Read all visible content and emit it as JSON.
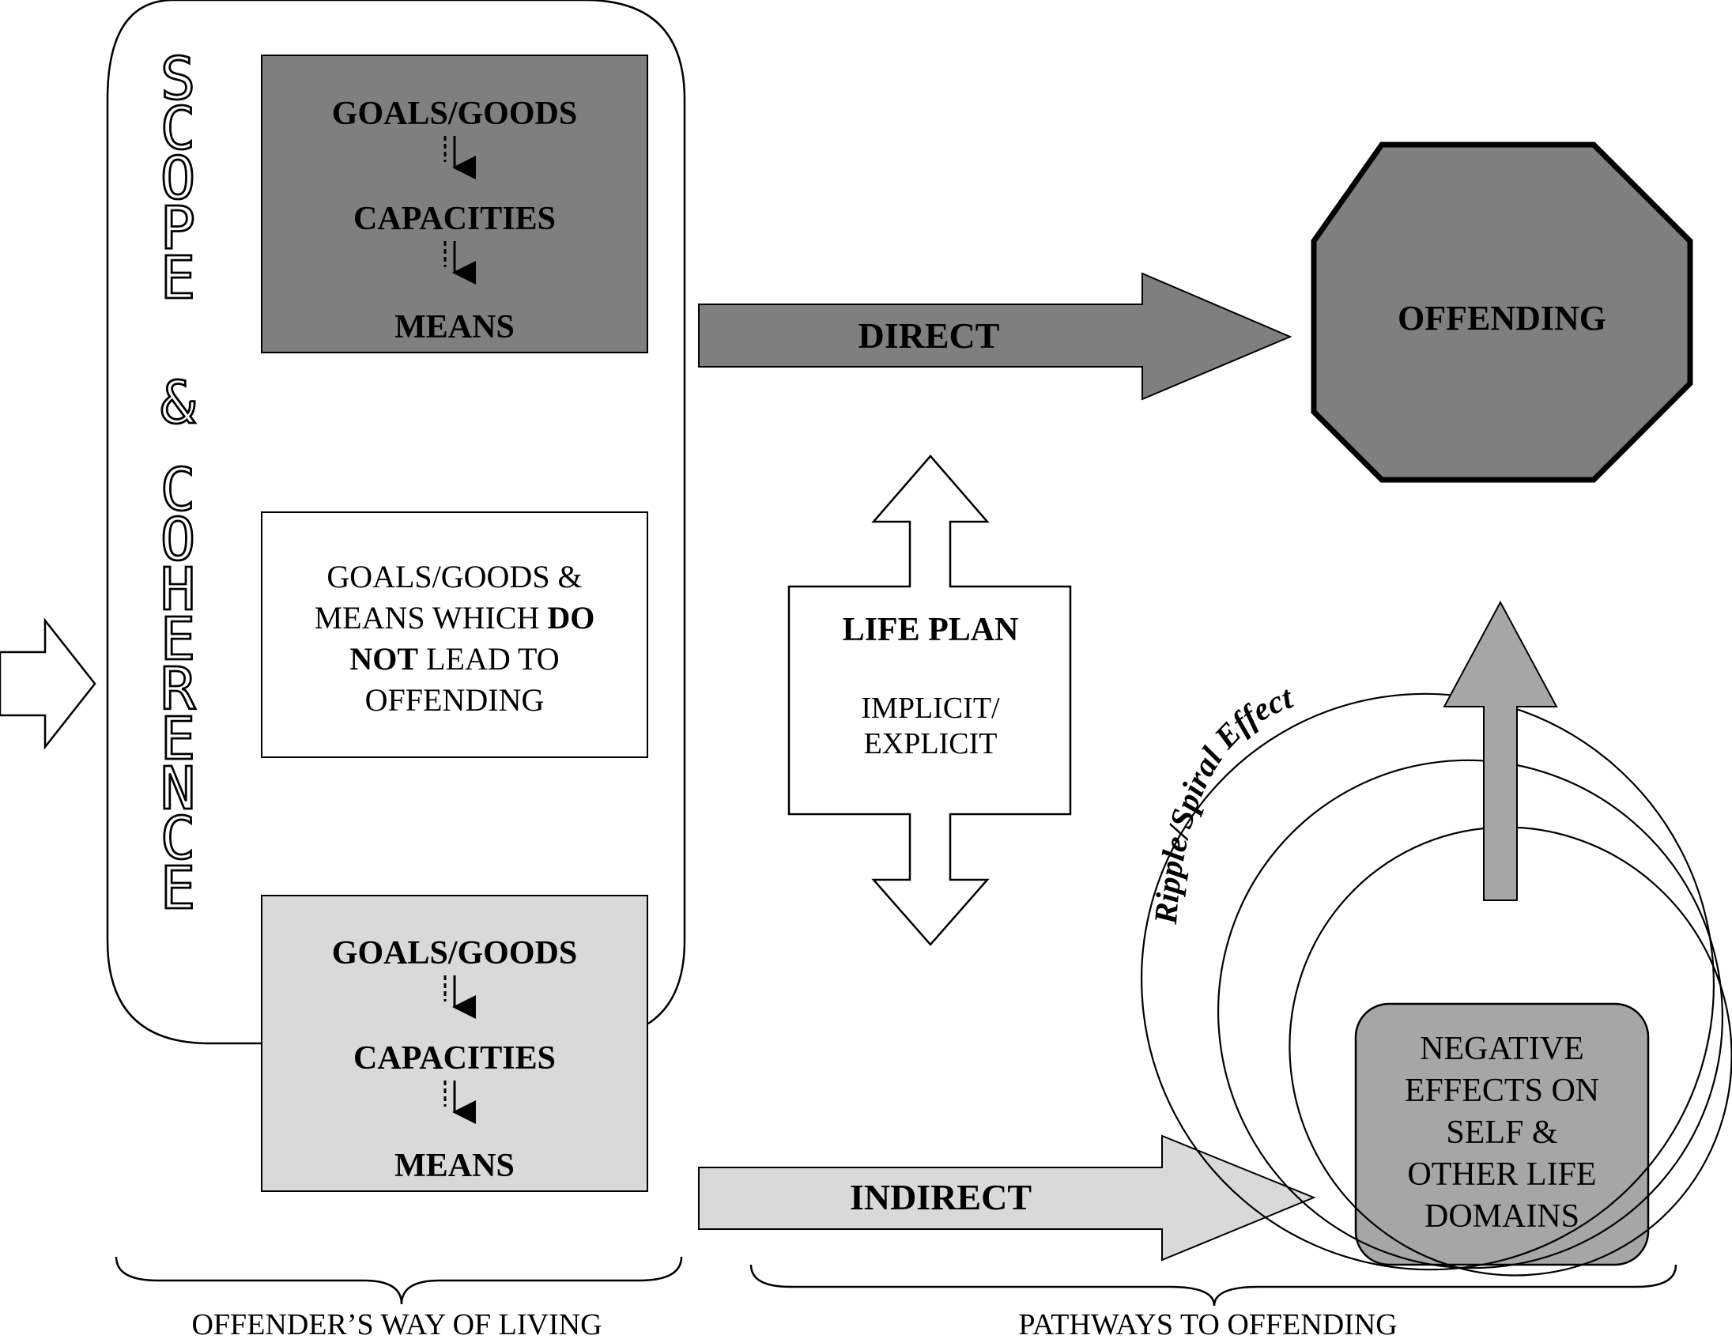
{
  "scope_coherence": {
    "line1": "SCOPE",
    "line2": "&",
    "line3": "COHERENCE"
  },
  "top_box": {
    "goals": "GOALS/GOODS",
    "capacities": "CAPACITIES",
    "means": "MEANS"
  },
  "middle_box": {
    "line1": "GOALS/GOODS &",
    "line2_prefix": "MEANS WHICH ",
    "line2_bold": "DO",
    "line3_bold": "NOT",
    "line3_suffix": " LEAD TO",
    "line4": "OFFENDING"
  },
  "bottom_box": {
    "goals": "GOALS/GOODS",
    "capacities": "CAPACITIES",
    "means": "MEANS"
  },
  "direct_arrow": {
    "label": "DIRECT"
  },
  "indirect_arrow": {
    "label": "INDIRECT"
  },
  "offending": {
    "label": "OFFENDING"
  },
  "life_plan": {
    "title": "LIFE PLAN",
    "line1": "IMPLICIT/",
    "line2": "EXPLICIT"
  },
  "ripple": {
    "label": "Ripple/Spiral Effect"
  },
  "negative_effects": {
    "line1": "NEGATIVE",
    "line2": "EFFECTS ON",
    "line3": "SELF &",
    "line4": "OTHER LIFE",
    "line5": "DOMAINS"
  },
  "bracket_labels": {
    "left": "OFFENDER’S WAY OF LIVING",
    "right": "PATHWAYS TO OFFENDING"
  },
  "colors": {
    "dark_gray": "#7f7f7f",
    "light_gray": "#d9d9d9",
    "mid_gray": "#a6a6a6",
    "stroke": "#000000"
  }
}
